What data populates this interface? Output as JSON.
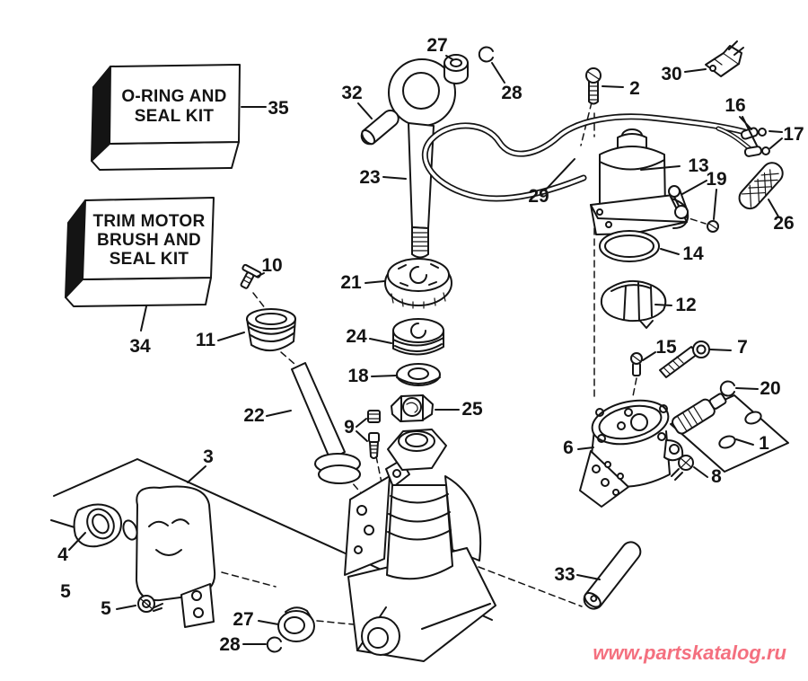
{
  "diagram": {
    "background_color": "#ffffff",
    "line_color": "#141414"
  },
  "kits": {
    "oring_seal": {
      "line1": "O-RING AND",
      "line2": "SEAL KIT"
    },
    "trim_motor": {
      "line1": "TRIM MOTOR",
      "line2": "BRUSH AND",
      "line3": "SEAL KIT"
    }
  },
  "parts": {
    "p1": "1",
    "p2": "2",
    "p3": "3",
    "p4": "4",
    "p5_plain": "5",
    "p5_leader": "5",
    "p6": "6",
    "p7": "7",
    "p8": "8",
    "p9": "9",
    "p10": "10",
    "p11": "11",
    "p12": "12",
    "p13": "13",
    "p14": "14",
    "p15": "15",
    "p16": "16",
    "p17": "17",
    "p18": "18",
    "p19": "19",
    "p20": "20",
    "p21": "21",
    "p22": "22",
    "p23": "23",
    "p24": "24",
    "p25": "25",
    "p26": "26",
    "p27_top": "27",
    "p27_bottom": "27",
    "p28_top": "28",
    "p28_bottom": "28",
    "p29": "29",
    "p30": "30",
    "p32": "32",
    "p33": "33",
    "p34": "34",
    "p35": "35"
  },
  "watermark": {
    "text": "www.partskatalog.ru",
    "color": "#f4707f"
  }
}
